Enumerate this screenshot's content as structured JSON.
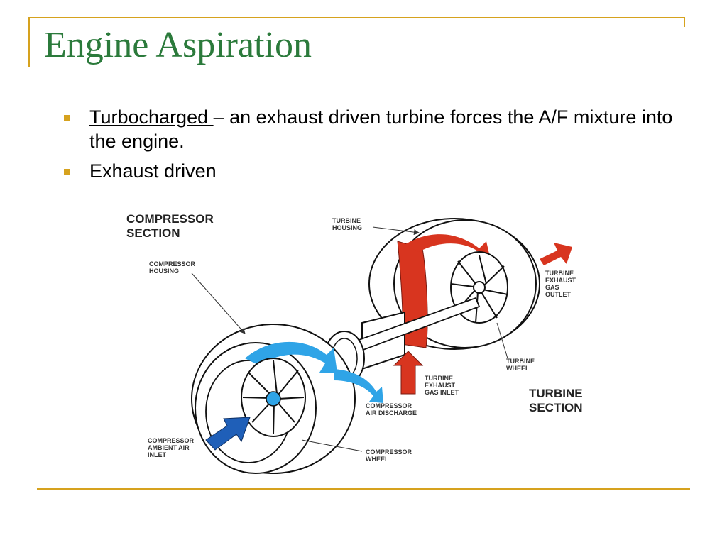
{
  "slide": {
    "title": "Engine Aspiration",
    "bullets": [
      {
        "term": "Turbocharged ",
        "text": "– an exhaust driven turbine forces the A/F mixture into the engine."
      },
      {
        "term": "",
        "text": "Exhaust driven"
      }
    ]
  },
  "diagram": {
    "section_compressor": [
      "COMPRESSOR",
      "SECTION"
    ],
    "section_turbine": [
      "TURBINE",
      "SECTION"
    ],
    "labels": {
      "turbine_housing": [
        "TURBINE",
        "HOUSING"
      ],
      "compressor_housing": [
        "COMPRESSOR",
        "HOUSING"
      ],
      "turbine_exhaust_gas_outlet": [
        "TURBINE",
        "EXHAUST",
        "GAS",
        "OUTLET"
      ],
      "turbine_wheel": [
        "TURBINE",
        "WHEEL"
      ],
      "turbine_exhaust_gas_inlet": [
        "TURBINE",
        "EXHAUST",
        "GAS INLET"
      ],
      "compressor_air_discharge": [
        "COMPRESSOR",
        "AIR DISCHARGE"
      ],
      "compressor_ambient_air_inlet": [
        "COMPRESSOR",
        "AMBIENT AIR",
        "INLET"
      ],
      "compressor_wheel": [
        "COMPRESSOR",
        "WHEEL"
      ]
    }
  },
  "colors": {
    "accent": "#D6A21E",
    "title": "#2B7A3B",
    "exhaust_flow": "#D8351F",
    "air_flow": "#2FA4E7",
    "intake_flow": "#1F5FB8"
  }
}
